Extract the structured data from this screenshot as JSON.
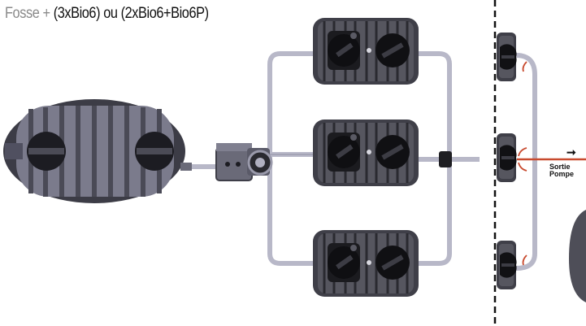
{
  "title": {
    "prefix": "Fosse + ",
    "main": "(3xBio6) ou (2xBio6+Bio6P)"
  },
  "output": {
    "line1": "Sortie",
    "line2": "Pompe",
    "arrow": "➞",
    "accent": "#c84a2e"
  },
  "colors": {
    "pipe": "#b8b8c8",
    "pipe_edge": "#8f8fa3",
    "tank_body": "#4e4e58",
    "tank_rib": "#6a6a76",
    "tank_dark": "#1e1e22",
    "cap": "#151518",
    "tank_grey": "#7b7b8c"
  },
  "icons": [
    "septic-tank-icon",
    "bio-filter-icon",
    "distribution-box-icon",
    "pump-icon"
  ]
}
